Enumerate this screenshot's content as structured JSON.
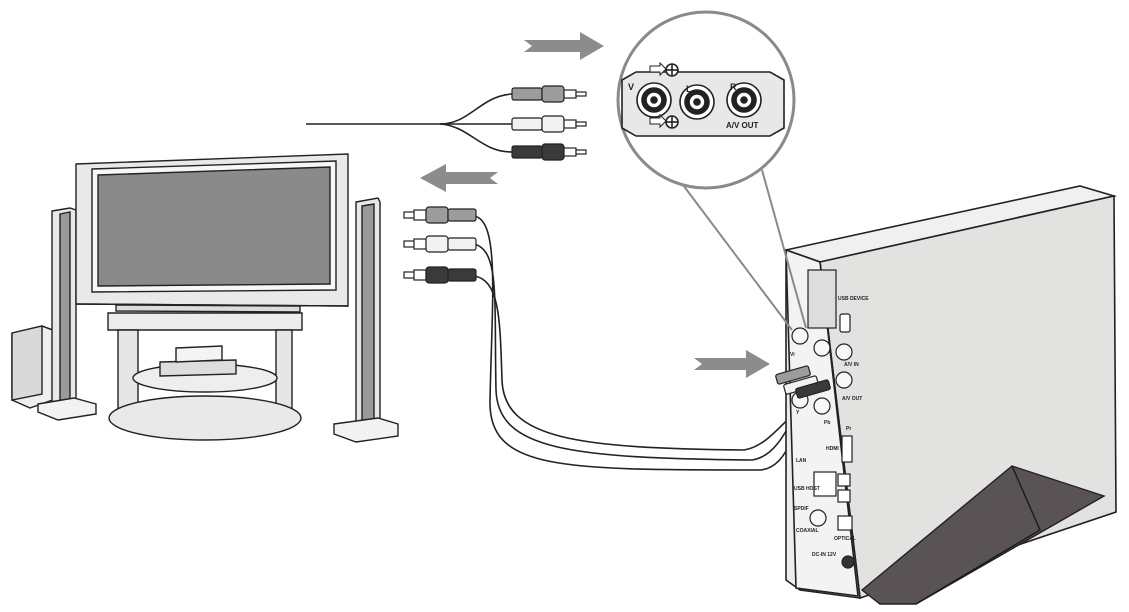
{
  "zoom_panel": {
    "port_labels": {
      "video": "V",
      "left": "L",
      "right": "R"
    },
    "group_label": "A/V OUT"
  },
  "device_back_panel": {
    "usb_device": "USB DEVICE",
    "av_in": "A/V IN",
    "av_out": "A/V OUT",
    "pb": "Pb",
    "pr": "Pr",
    "hdmi": "HDMI",
    "lan": "LAN",
    "usb_host": "USB HOST",
    "spdif": "SPDIF",
    "coaxial": "COAXIAL",
    "optical": "OPTICAL",
    "dc_in": "DC-IN 12V",
    "vi": "Vi",
    "y": "Y"
  },
  "colors": {
    "line": "#222222",
    "screen": "#8a8a8a",
    "arrow": "#8c8c8c",
    "stand_triangle": "#5a5356",
    "device_body": "#e6e6e6",
    "device_side": "#d8d8d6",
    "plug_dark": "#3a3a3a",
    "plug_white": "#f2f2f2",
    "plug_gray": "#9c9c9c"
  },
  "icons": [
    "arrow-right-icon",
    "arrow-left-icon",
    "composite-plug-icon"
  ]
}
